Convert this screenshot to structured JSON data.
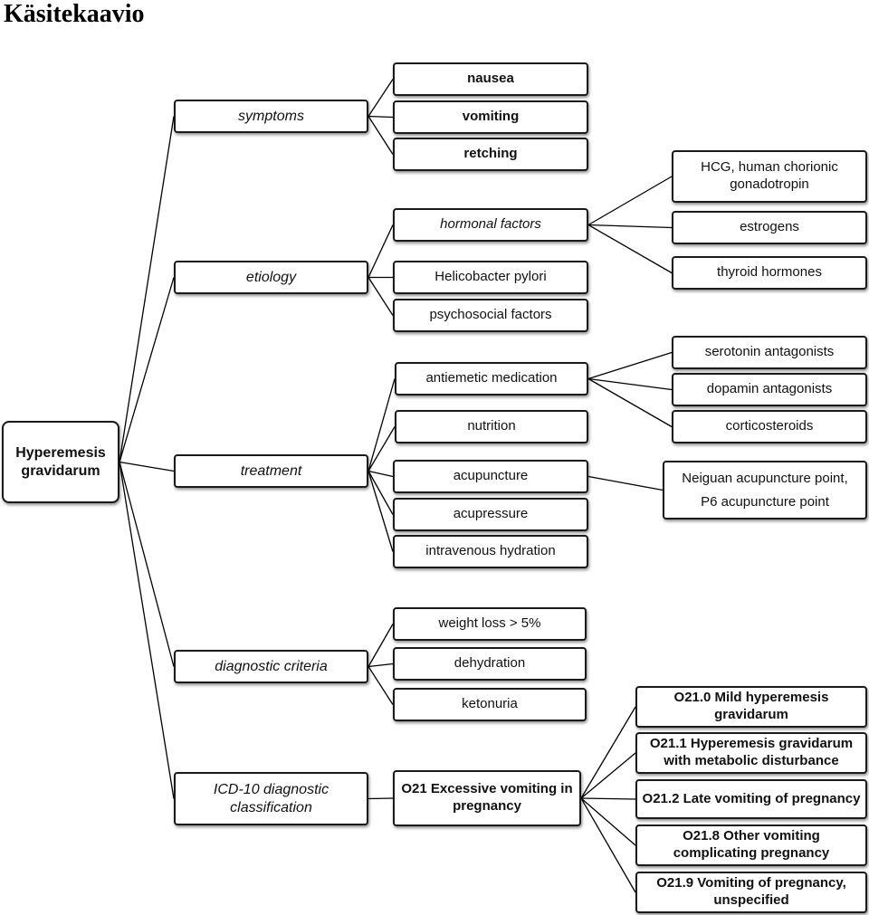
{
  "title": "Käsitekaavio",
  "nodes": {
    "root": "Hyperemesis\ngravidarum",
    "symptoms": "symptoms",
    "etiology": "etiology",
    "treatment": "treatment",
    "diagnostic_criteria": "diagnostic criteria",
    "icd10": "ICD-10 diagnostic\nclassification",
    "nausea": "nausea",
    "vomiting": "vomiting",
    "retching": "retching",
    "hormonal_factors": "hormonal factors",
    "helicobacter": "Helicobacter pylori",
    "psychosocial": "psychosocial factors",
    "hcg": "HCG, human chorionic\ngonadotropin",
    "estrogens": "estrogens",
    "thyroid": "thyroid hormones",
    "antiemetic": "antiemetic medication",
    "nutrition": "nutrition",
    "acupuncture": "acupuncture",
    "acupressure": "acupressure",
    "iv_hydration": "intravenous hydration",
    "serotonin": "serotonin antagonists",
    "dopamin": "dopamin antagonists",
    "corticosteroids": "corticosteroids",
    "neiguan": "Neiguan acupuncture point,\nP6 acupuncture point",
    "weight_loss": "weight loss > 5%",
    "dehydration": "dehydration",
    "ketonuria": "ketonuria",
    "o21": "O21 Excessive vomiting in\npregnancy",
    "o21_0": "O21.0 Mild hyperemesis\ngravidarum",
    "o21_1": "O21.1 Hyperemesis gravidarum\nwith metabolic disturbance",
    "o21_2": "O21.2 Late vomiting of pregnancy",
    "o21_8": "O21.8 Other vomiting\ncomplicating pregnancy",
    "o21_9": "O21.9 Vomiting of pregnancy,\nunspecified"
  }
}
